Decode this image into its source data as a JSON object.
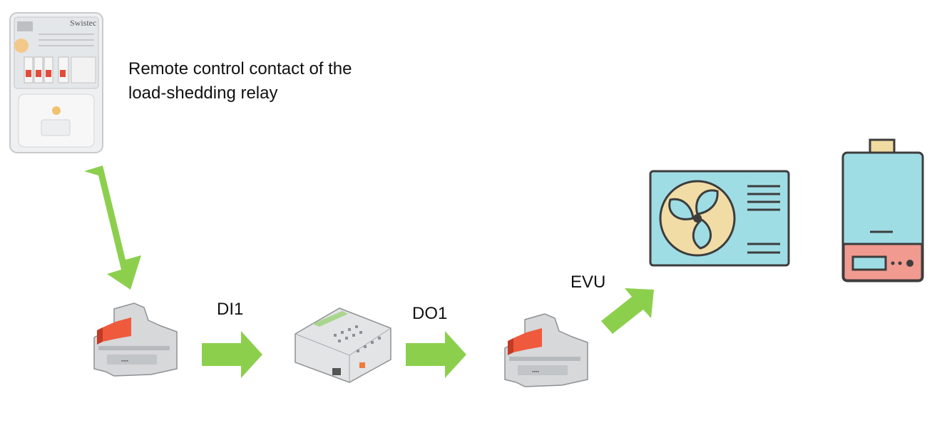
{
  "caption": "Remote control contact of the load-shedding relay",
  "meter": {
    "brand": "Swistec"
  },
  "labels": {
    "di1": "DI1",
    "do1": "DO1",
    "evu": "EVU"
  },
  "colors": {
    "arrow": "#8ccf4d",
    "unit_body": "#9fdde5",
    "unit_outline": "#3d3d3d",
    "fan_disc": "#f2dca6",
    "heater_panel": "#f19a90",
    "heater_pipe": "#f0dca0",
    "relay_orange": "#ef5a3c",
    "module_grey": "#d5d7d9"
  },
  "icons": [
    "electricity-meter-icon",
    "relay-icon",
    "io-module-icon",
    "heat-pump-outdoor-unit-icon",
    "boiler-icon",
    "arrow-icon"
  ]
}
